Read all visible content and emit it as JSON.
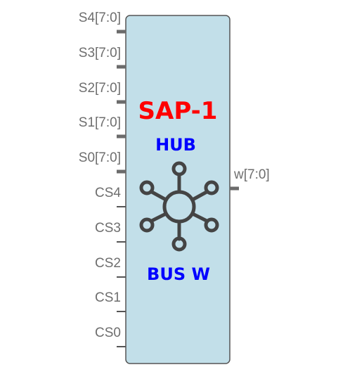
{
  "block": {
    "title": "SAP-1",
    "subtitle_top": "HUB",
    "subtitle_bottom": "BUS W",
    "fill_color": "#c2dfe9",
    "stroke_color": "#555555",
    "title_color": "#ff0000",
    "subtitle_color": "#0000ff",
    "icon": "hub-network-icon"
  },
  "pins": {
    "inputs": [
      "S4[7:0]",
      "S3[7:0]",
      "S2[7:0]",
      "S1[7:0]",
      "S0[7:0]",
      "CS4",
      "CS3",
      "CS2",
      "CS1",
      "CS0"
    ],
    "outputs": [
      "w[7:0]"
    ],
    "bus_stub_color": "#6b6b6b",
    "line_stub_color": "#555555"
  }
}
